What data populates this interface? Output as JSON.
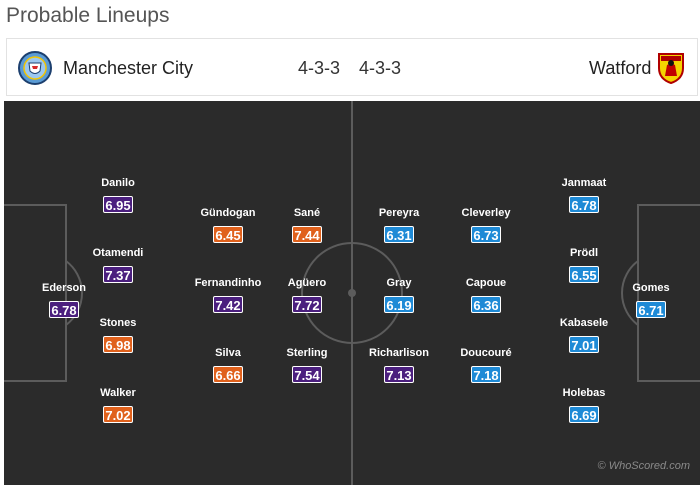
{
  "title": "Probable Lineups",
  "header": {
    "home": {
      "name": "Manchester City",
      "formation": "4-3-3"
    },
    "away": {
      "name": "Watford",
      "formation": "4-3-3"
    }
  },
  "colors": {
    "purple": "#4b1f7e",
    "orange": "#e0611c",
    "blue": "#1e8ad6",
    "pitch": "#2b2b2b"
  },
  "home_players": [
    {
      "name": "Ederson",
      "rating": "6.78",
      "color": "purple"
    },
    {
      "name": "Danilo",
      "rating": "6.95",
      "color": "purple"
    },
    {
      "name": "Otamendi",
      "rating": "7.37",
      "color": "purple"
    },
    {
      "name": "Stones",
      "rating": "6.98",
      "color": "orange"
    },
    {
      "name": "Walker",
      "rating": "7.02",
      "color": "orange"
    },
    {
      "name": "Gündogan",
      "rating": "6.45",
      "color": "orange"
    },
    {
      "name": "Fernandinho",
      "rating": "7.42",
      "color": "purple"
    },
    {
      "name": "Silva",
      "rating": "6.66",
      "color": "orange"
    },
    {
      "name": "Sané",
      "rating": "7.44",
      "color": "orange"
    },
    {
      "name": "Agüero",
      "rating": "7.72",
      "color": "purple"
    },
    {
      "name": "Sterling",
      "rating": "7.54",
      "color": "purple"
    }
  ],
  "away_players": [
    {
      "name": "Pereyra",
      "rating": "6.31",
      "color": "blue"
    },
    {
      "name": "Gray",
      "rating": "6.19",
      "color": "blue"
    },
    {
      "name": "Richarlison",
      "rating": "7.13",
      "color": "purple"
    },
    {
      "name": "Cleverley",
      "rating": "6.73",
      "color": "blue"
    },
    {
      "name": "Capoue",
      "rating": "6.36",
      "color": "blue"
    },
    {
      "name": "Doucouré",
      "rating": "7.18",
      "color": "blue"
    },
    {
      "name": "Janmaat",
      "rating": "6.78",
      "color": "blue"
    },
    {
      "name": "Prödl",
      "rating": "6.55",
      "color": "blue"
    },
    {
      "name": "Kabasele",
      "rating": "7.01",
      "color": "blue"
    },
    {
      "name": "Holebas",
      "rating": "6.69",
      "color": "blue"
    },
    {
      "name": "Gomes",
      "rating": "6.71",
      "color": "blue"
    }
  ],
  "credit": "© WhoScored.com"
}
